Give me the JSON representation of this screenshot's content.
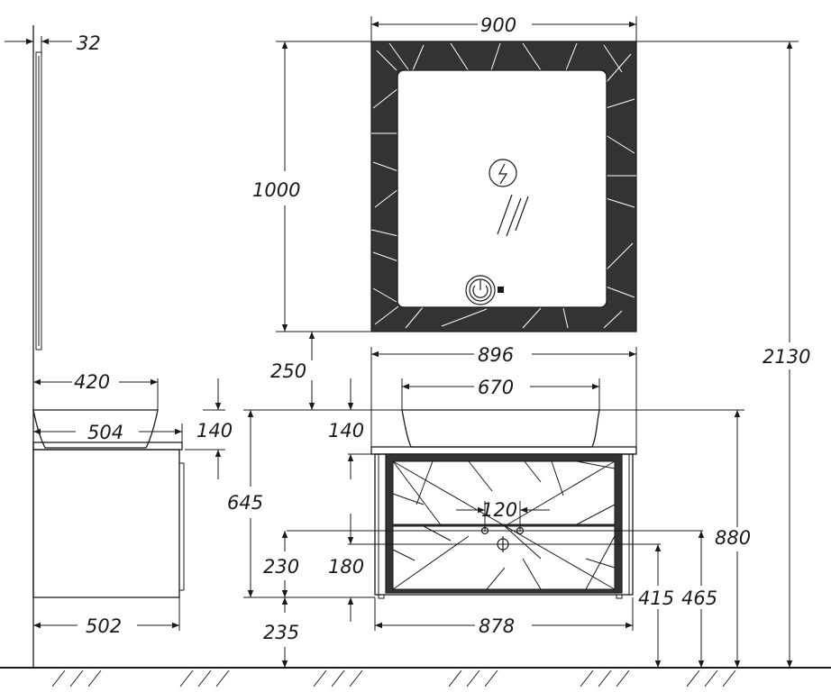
{
  "dimensions": {
    "mirror_depth": "32",
    "mirror_width": "900",
    "mirror_height": "1000",
    "total_height": "2130",
    "gap_mirror_to_sink": "250",
    "countertop_width": "896",
    "sink_width": "670",
    "sink_height_front": "140",
    "sink_height_side": "140",
    "sink_depth_side": "420",
    "countertop_depth": "504",
    "cabinet_depth": "502",
    "cabinet_height": "645",
    "tap_spacing": "120",
    "cabinet_top_height": "880",
    "floor_to_outlet": "465",
    "floor_to_drain": "415",
    "outlet_offset": "230",
    "drain_offset": "180",
    "leg_height": "235",
    "cabinet_width": "878"
  },
  "colors": {
    "line": "#1a1a1a",
    "frame_fill": "#333333",
    "background": "#ffffff"
  },
  "icons": [
    "power-button-icon",
    "lightning-icon",
    "glare-hatch-icon",
    "floor-hatch-icon"
  ]
}
